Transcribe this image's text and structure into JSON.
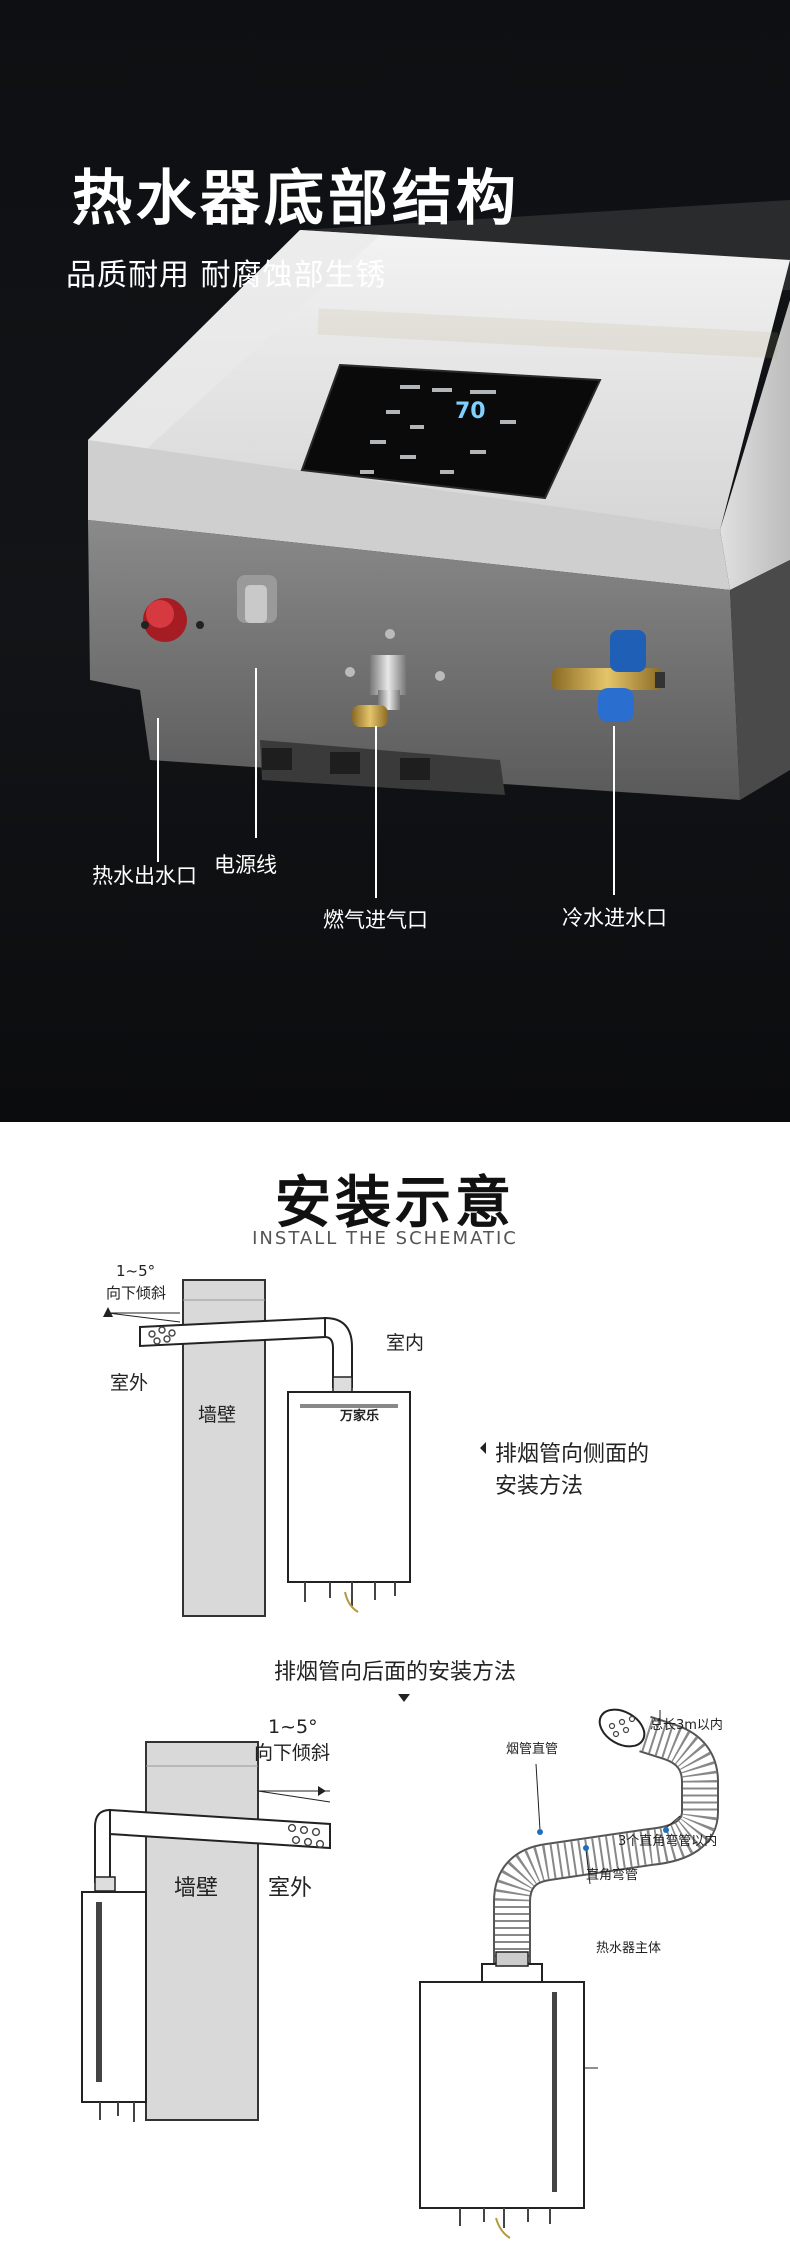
{
  "top": {
    "title": "热水器底部结构",
    "subtitle": "品质耐用 耐腐蚀部生锈",
    "labels": {
      "hot_water_outlet": "热水出水口",
      "power_cord": "电源线",
      "gas_inlet": "燃气进气口",
      "cold_water_inlet": "冷水进水口"
    },
    "panel": {
      "display": "70"
    },
    "colors": {
      "background": "#111316",
      "valve_red": "#c8222a",
      "valve_blue": "#1f5fb5",
      "brass": "#c9a24a"
    }
  },
  "install": {
    "title": "安装示意",
    "subtitle": "INSTALL THE SCHEMATIC",
    "side": {
      "angle": "1~5°",
      "tilt": "向下倾斜",
      "outdoor": "室外",
      "indoor": "室内",
      "wall": "墙壁",
      "brand": "万家乐",
      "caption_line1": "排烟管向侧面的",
      "caption_line2": "安装方法"
    },
    "rear": {
      "caption": "排烟管向后面的安装方法",
      "angle": "1~5°",
      "tilt": "向下倾斜",
      "wall": "墙壁",
      "outdoor": "室外"
    },
    "parts": {
      "straight_pipe": "烟管直管",
      "total_length": "总长3m以内",
      "elbow_count": "3个直角弯管以内",
      "elbow": "直角弯管",
      "body": "热水器主体"
    }
  }
}
